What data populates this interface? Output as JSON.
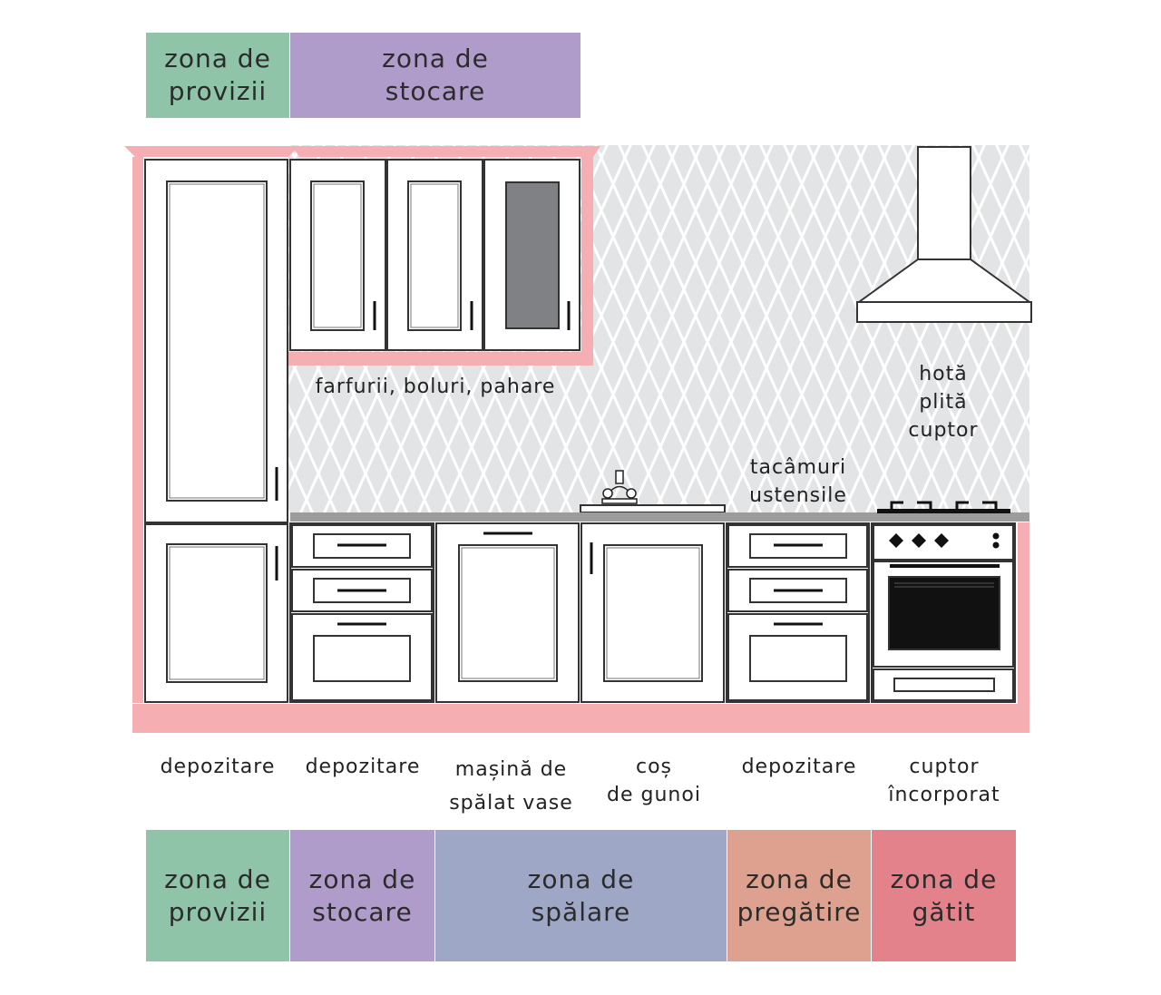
{
  "colors": {
    "provizii": "#8fc4a8",
    "stocare": "#b09ccb",
    "spalare": "#9ea7c6",
    "pregatire": "#dfa18f",
    "gatit": "#e4828c",
    "frame": "#f5aeb2",
    "backsplash": "#e3e4e6",
    "countertop": "#9c9c9c"
  },
  "top_zones": [
    {
      "label": "zona de\nprovizii",
      "color": "#8fc4a8"
    },
    {
      "label": "zona de\nstocare",
      "color": "#b09ccb"
    }
  ],
  "wall_labels": {
    "dishes": "farfurii, boluri, pahare",
    "hood_stack": "hotă\nplită\ncuptor",
    "drawers": "tacâmuri\nustensile"
  },
  "bottom_labels": [
    "depozitare",
    "depozitare",
    "mașină de\nspălat vase",
    "coș\nde gunoi",
    "depozitare",
    "cuptor\nîncorporat"
  ],
  "bottom_zones": [
    {
      "label": "zona de\nprovizii",
      "color": "#8fc4a8"
    },
    {
      "label": "zona de\nstocare",
      "color": "#b09ccb"
    },
    {
      "label": "zona de\nspălare",
      "color": "#9ea7c6"
    },
    {
      "label": "zona de\npregătire",
      "color": "#dfa18f"
    },
    {
      "label": "zona de\ngătit",
      "color": "#e4828c"
    }
  ]
}
